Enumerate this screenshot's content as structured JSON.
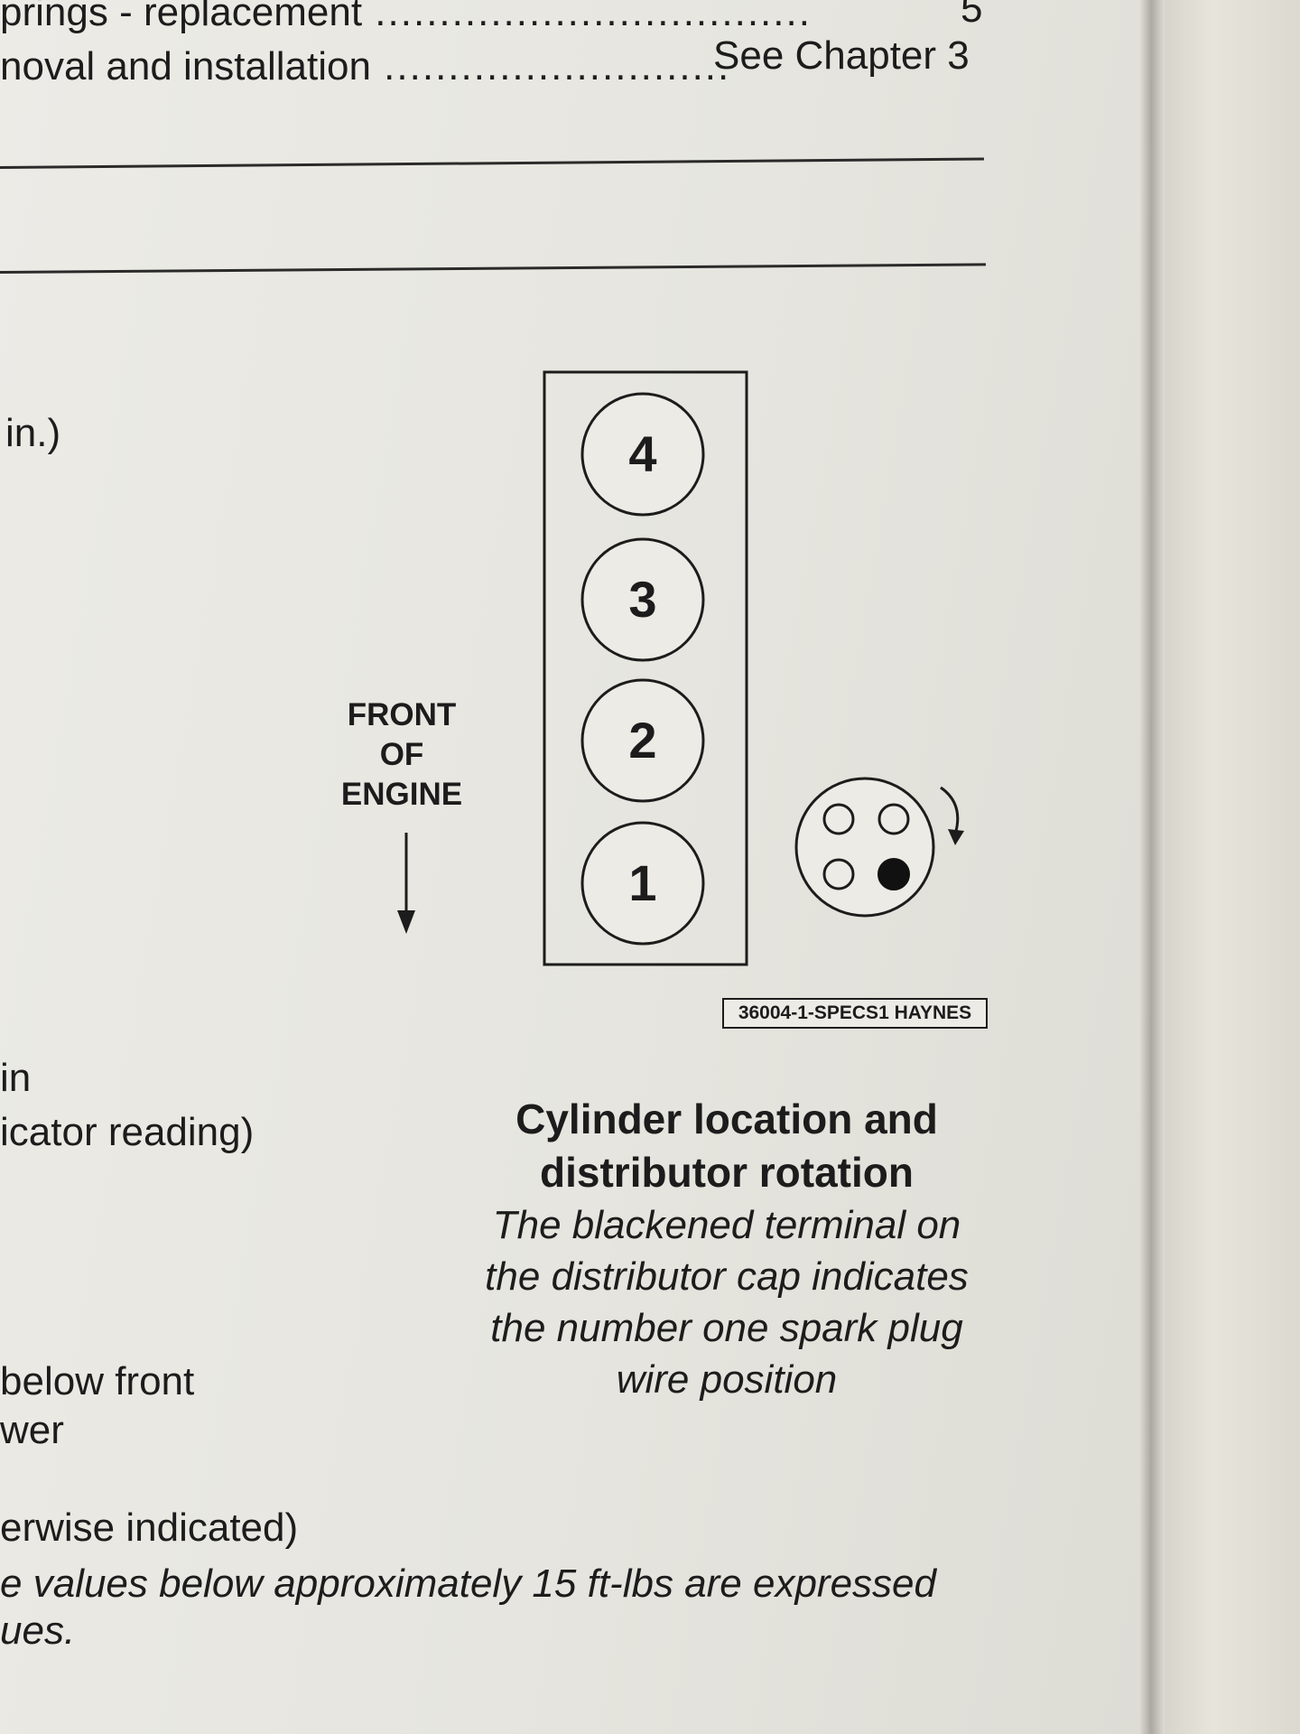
{
  "text_lines": {
    "toc1": "prings - replacement",
    "toc1_page": "5",
    "toc2": "noval and installation",
    "toc2_page": "See Chapter 3",
    "frag_in": "in.)",
    "frag_in2": "in",
    "frag_indicator": "icator reading)",
    "frag_below": "below front",
    "frag_wer": "wer",
    "frag_otherwise": "erwise indicated)",
    "frag_values": "e values below approximately 15 ft-lbs are expressed",
    "frag_ues": "ues."
  },
  "diagram": {
    "front_label": [
      "FRONT",
      "OF",
      "ENGINE"
    ],
    "cylinders": [
      "4",
      "3",
      "2",
      "1"
    ],
    "figure_ref": "36004-1-SPECS1 HAYNES",
    "cap_terminals": [
      "open",
      "open",
      "open",
      "filled"
    ]
  },
  "caption": {
    "title_line1": "Cylinder location and",
    "title_line2": "distributor rotation",
    "body_lines": [
      "The blackened terminal on",
      "the distributor cap indicates",
      "the number one spark plug",
      "wire position"
    ]
  },
  "colors": {
    "paper": "#ecebe6",
    "ink": "#1c1c1c"
  }
}
